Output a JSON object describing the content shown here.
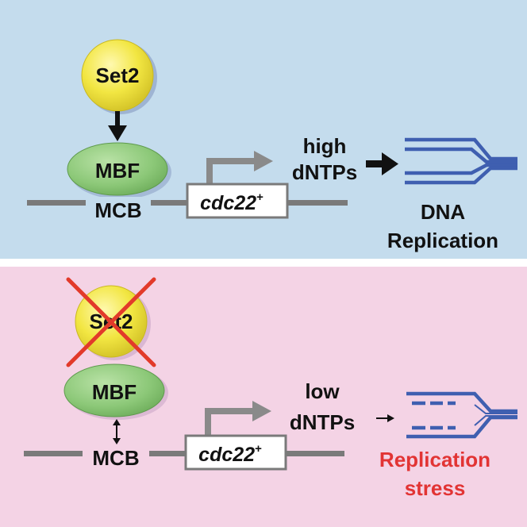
{
  "colors": {
    "top_background": "#c4dced",
    "bottom_background": "#f4d3e5",
    "divider": "#ffffff",
    "protein_yellow": "#f2e642",
    "protein_green": "#8cc878",
    "dna_line": "#7a7a7a",
    "arrow_gray": "#8a8a8a",
    "arrow_black": "#111111",
    "replication_blue": "#3f5fb0",
    "cross_red": "#e23a2a",
    "stress_red": "#e23434"
  },
  "top_panel": {
    "protein_set2": "Set2",
    "protein_mbf": "MBF",
    "element_mcb": "MCB",
    "gene": "cdc22",
    "gene_superscript": "+",
    "dntp_level": "high",
    "dntp_label": "dNTPs",
    "outcome_line1": "DNA",
    "outcome_line2": "Replication"
  },
  "bottom_panel": {
    "protein_set2": "Set2",
    "protein_mbf": "MBF",
    "element_mcb": "MCB",
    "gene": "cdc22",
    "gene_superscript": "+",
    "dntp_level": "low",
    "dntp_label": "dNTPs",
    "outcome_line1": "Replication",
    "outcome_line2": "stress"
  },
  "icons": {
    "set2_deleted": "red-x-cross-icon",
    "activation": "down-arrow-icon",
    "transcription": "bent-arrow-icon",
    "fork": "replication-fork-icon"
  }
}
